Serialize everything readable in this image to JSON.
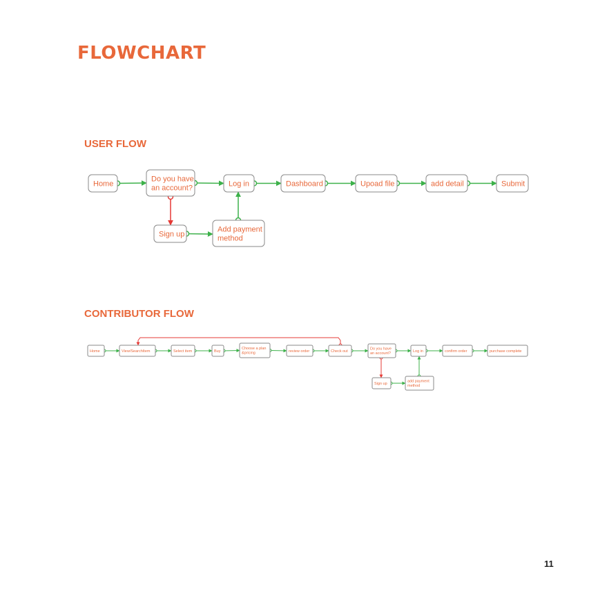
{
  "page": {
    "title": "FLOWCHART",
    "page_number": "11"
  },
  "colors": {
    "accent": "#e8683a",
    "yes": "#3cb14a",
    "no": "#e53935",
    "box_border": "#8a8a8a"
  },
  "user_flow": {
    "heading": "USER FLOW",
    "nodes": {
      "home": [
        "Home"
      ],
      "account_q": [
        "Do you have",
        "an account?"
      ],
      "login": [
        "Log in"
      ],
      "dashboard": [
        "Dashboard"
      ],
      "upload": [
        "Upoad file"
      ],
      "detail": [
        "add detail"
      ],
      "submit": [
        "Submit"
      ],
      "signup": [
        "Sign up"
      ],
      "payment": [
        "Add payment",
        "method"
      ]
    }
  },
  "contributor_flow": {
    "heading": "CONTRIBUTOR FLOW",
    "nodes": {
      "home": [
        "Home"
      ],
      "view": [
        "View/SearchItem"
      ],
      "select": [
        "Select item"
      ],
      "buy": [
        "Buy"
      ],
      "plan": [
        "Choose a plan",
        "&pricing"
      ],
      "review": [
        "review order"
      ],
      "checkout": [
        "Check out"
      ],
      "account_q": [
        "Do you have",
        "an account?"
      ],
      "login": [
        "Log in"
      ],
      "confirm": [
        "confirm order"
      ],
      "purchase": [
        "purchase complete"
      ],
      "signup": [
        "Sign up"
      ],
      "payment": [
        "add payment",
        "method"
      ]
    }
  }
}
